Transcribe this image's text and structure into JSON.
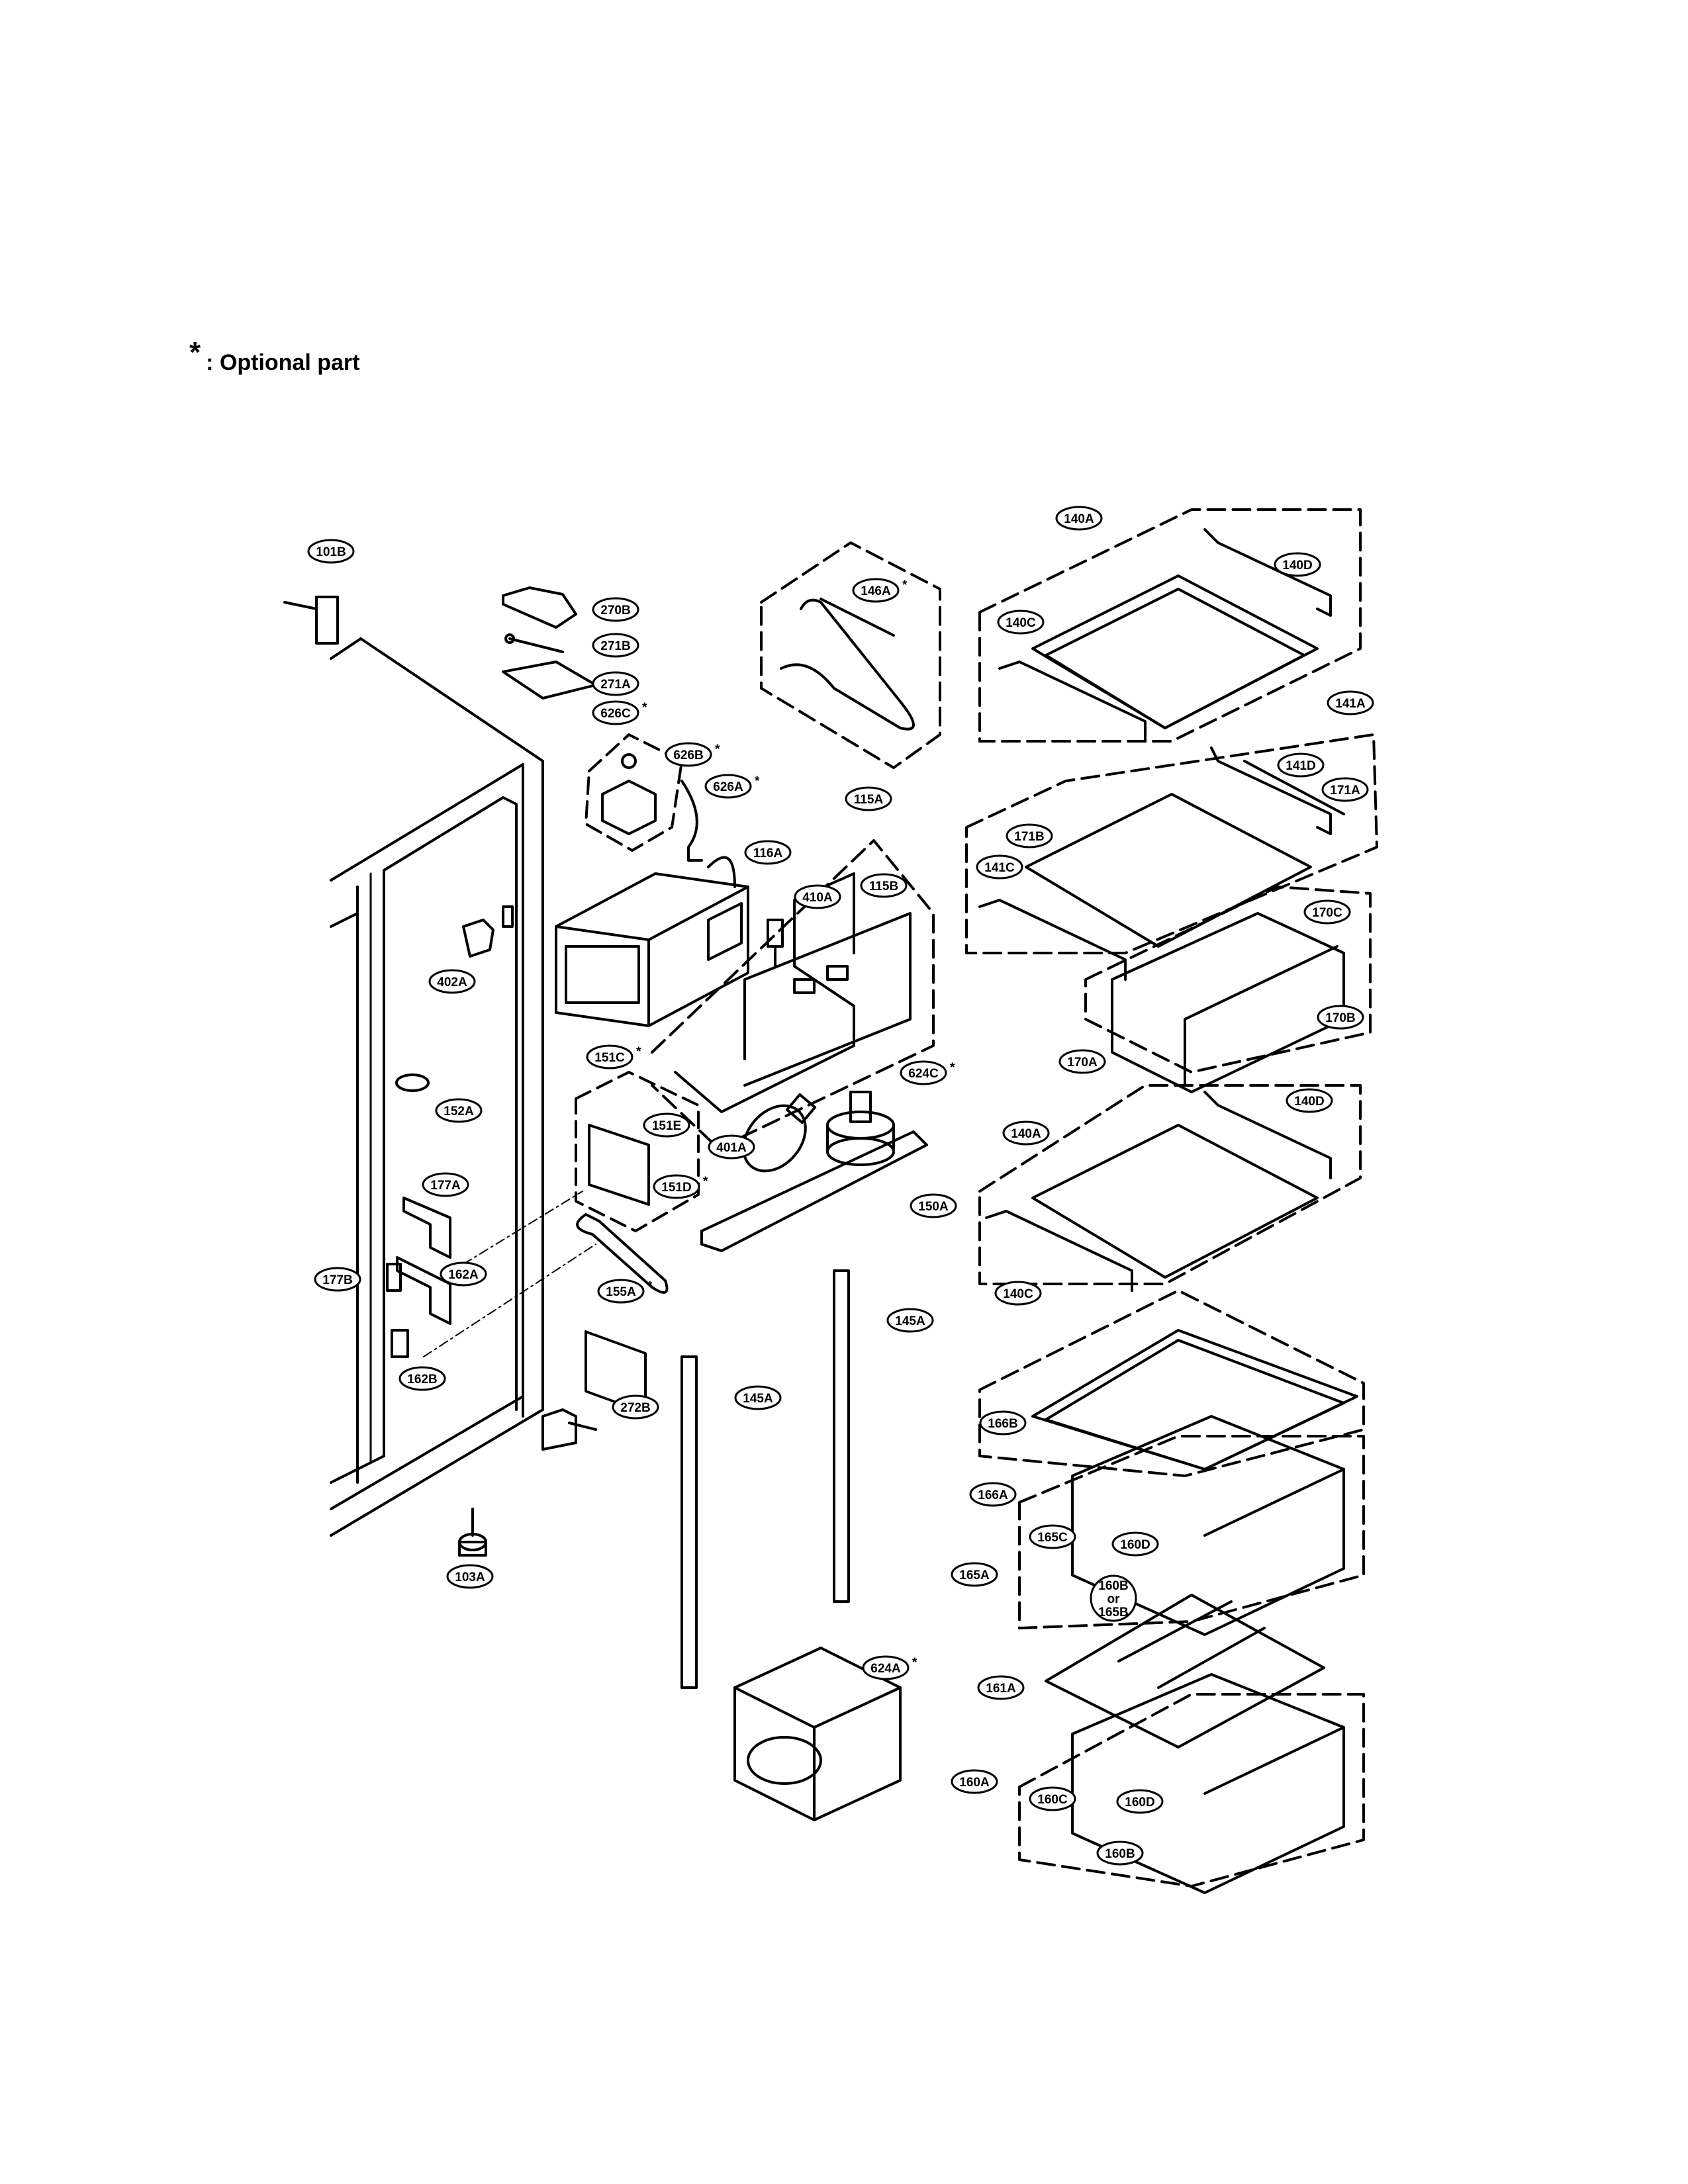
{
  "legend": {
    "symbol": "*",
    "text": ": Optional part"
  },
  "labels": [
    {
      "id": "101B",
      "optional": false
    },
    {
      "id": "270B",
      "optional": false
    },
    {
      "id": "271B",
      "optional": false
    },
    {
      "id": "271A",
      "optional": false
    },
    {
      "id": "626C",
      "optional": true
    },
    {
      "id": "626B",
      "optional": true
    },
    {
      "id": "626A",
      "optional": true
    },
    {
      "id": "116A",
      "optional": false
    },
    {
      "id": "402A",
      "optional": false
    },
    {
      "id": "410A",
      "optional": false
    },
    {
      "id": "115A",
      "optional": false
    },
    {
      "id": "115B",
      "optional": false
    },
    {
      "id": "146A",
      "optional": true
    },
    {
      "id": "140A",
      "optional": false
    },
    {
      "id": "140D",
      "optional": false
    },
    {
      "id": "140C",
      "optional": false
    },
    {
      "id": "141A",
      "optional": false
    },
    {
      "id": "141D",
      "optional": false
    },
    {
      "id": "171A",
      "optional": false
    },
    {
      "id": "171B",
      "optional": false
    },
    {
      "id": "141C",
      "optional": false
    },
    {
      "id": "170C",
      "optional": false
    },
    {
      "id": "170B",
      "optional": false
    },
    {
      "id": "170A",
      "optional": false
    },
    {
      "id": "151C",
      "optional": true
    },
    {
      "id": "151E",
      "optional": false
    },
    {
      "id": "151D",
      "optional": true
    },
    {
      "id": "152A",
      "optional": false
    },
    {
      "id": "624C",
      "optional": true
    },
    {
      "id": "401A",
      "optional": false
    },
    {
      "id": "150A",
      "optional": false
    },
    {
      "id": "177A",
      "optional": false
    },
    {
      "id": "177B",
      "optional": false
    },
    {
      "id": "162A",
      "optional": false
    },
    {
      "id": "155A",
      "optional": true
    },
    {
      "id": "140D",
      "optional": false
    },
    {
      "id": "140A",
      "optional": false
    },
    {
      "id": "140C",
      "optional": false
    },
    {
      "id": "145A",
      "optional": false
    },
    {
      "id": "162B",
      "optional": false
    },
    {
      "id": "272B",
      "optional": false
    },
    {
      "id": "145A",
      "optional": false
    },
    {
      "id": "166B",
      "optional": false
    },
    {
      "id": "166A",
      "optional": false
    },
    {
      "id": "165C",
      "optional": false
    },
    {
      "id": "160D",
      "optional": false
    },
    {
      "id": "165A",
      "optional": false
    },
    {
      "id": "160B\nor\n165B",
      "optional": false
    },
    {
      "id": "103A",
      "optional": false
    },
    {
      "id": "624A",
      "optional": true
    },
    {
      "id": "161A",
      "optional": false
    },
    {
      "id": "160A",
      "optional": false
    },
    {
      "id": "160C",
      "optional": false
    },
    {
      "id": "160D",
      "optional": false
    },
    {
      "id": "160B",
      "optional": false
    }
  ]
}
